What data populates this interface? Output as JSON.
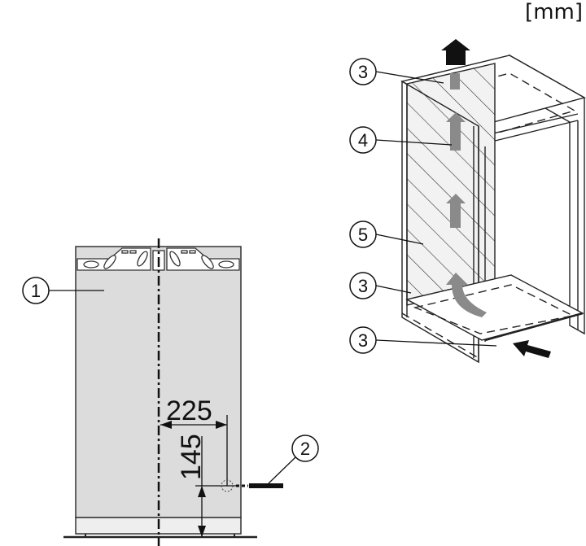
{
  "diagram": {
    "unit_label": "[mm]",
    "front_view": {
      "callouts": [
        {
          "id": "1",
          "label": "1"
        },
        {
          "id": "2",
          "label": "2"
        }
      ],
      "dimensions": {
        "horizontal": "225",
        "vertical": "145"
      }
    },
    "cabinet_view": {
      "callouts": [
        {
          "id": "3a",
          "label": "3"
        },
        {
          "id": "4",
          "label": "4"
        },
        {
          "id": "5",
          "label": "5"
        },
        {
          "id": "3b",
          "label": "3"
        },
        {
          "id": "3c",
          "label": "3"
        }
      ]
    },
    "colors": {
      "panel_fill": "#dcdcdc",
      "plinth_fill": "#eeeeee",
      "line": "#222222",
      "arrow_dark": "#111111",
      "arrow_grey": "#8a8a8a"
    }
  }
}
